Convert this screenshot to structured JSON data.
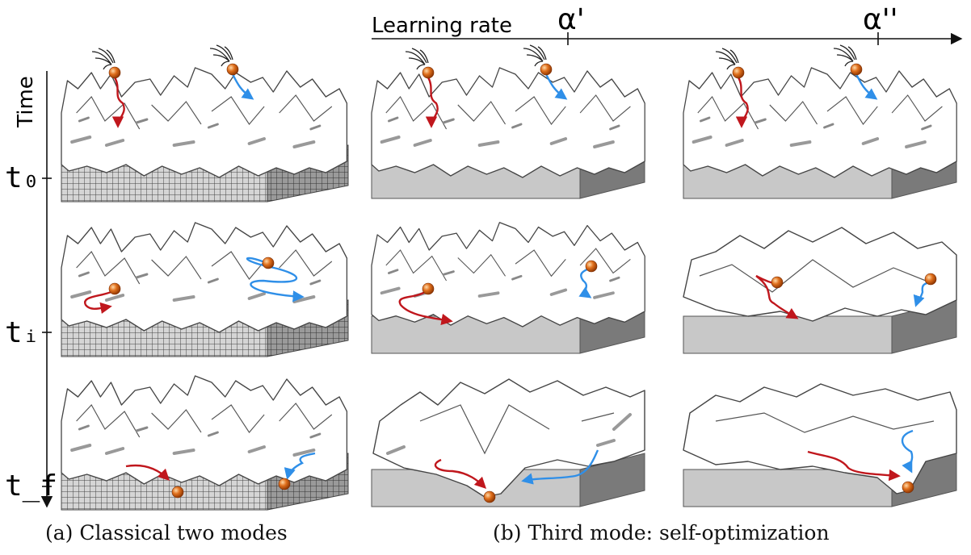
{
  "axis": {
    "time_label": "Time",
    "time_ticks": [
      "t₀",
      "tᵢ",
      "t_f"
    ],
    "lr_label": "Learning rate",
    "lr_ticks": [
      "α'",
      "α''"
    ]
  },
  "captions": {
    "a": "(a) Classical two modes",
    "b": "(b) Third mode: self-optimization"
  },
  "colors": {
    "red_path": "#c0171d",
    "blue_path": "#2f8fe8",
    "ball": "#e0701d",
    "terrain_outline": "#444444",
    "terrain_fill": "#ffffff",
    "block_front": "#c8c8c8",
    "block_side": "#7a7a7a",
    "grid_pattern": "#444444"
  },
  "panels": {
    "columns": [
      "classical",
      "third-mode-alpha-prime",
      "third-mode-alpha-double-prime"
    ],
    "rows": [
      "t0",
      "ti",
      "tf"
    ]
  },
  "icons": {
    "hand": "hand-icon",
    "ball": "ball-icon"
  }
}
